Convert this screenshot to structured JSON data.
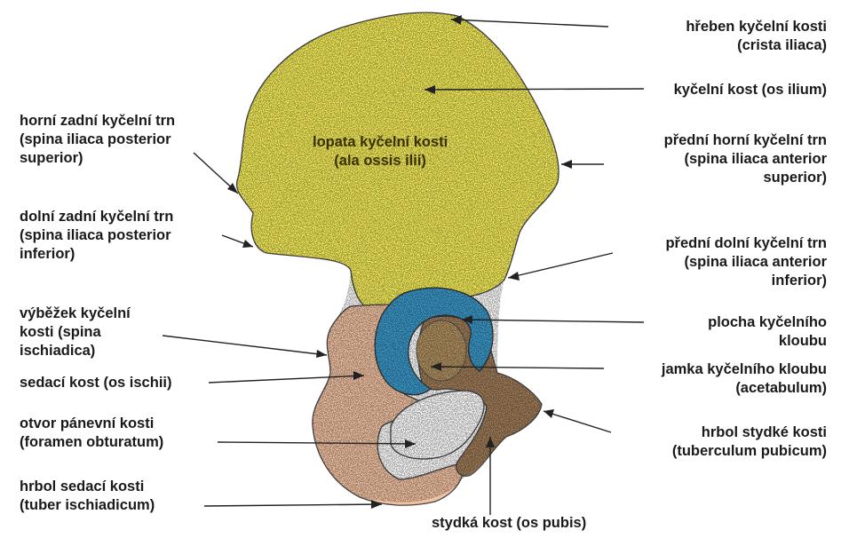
{
  "center_label": {
    "line1": "lopata kyčelní kosti",
    "line2": "(ala ossis ilii)"
  },
  "labels": {
    "crista": {
      "line1": "hřeben kyčelní kosti",
      "line2": "(crista iliaca)"
    },
    "ilium": {
      "line1": "kyčelní kost (os ilium)"
    },
    "sias": {
      "line1": "přední horní kyčelní trn",
      "line2": "(spina iliaca anterior",
      "line3": "superior)"
    },
    "sps": {
      "line1": "horní zadní kyčelní trn",
      "line2": "(spina iliaca posterior",
      "line3": "superior)"
    },
    "sip": {
      "line1": "dolní zadní kyčelní trn",
      "line2": "(spina iliaca posterior",
      "line3": "inferior)"
    },
    "siai": {
      "line1": "přední dolní kyčelní trn",
      "line2": "(spina iliaca anterior",
      "line3": "inferior)"
    },
    "spina_isch": {
      "line1": "výběžek kyčelní",
      "line2": "kosti (spina",
      "line3": "ischiadica)"
    },
    "plocha": {
      "line1": "plocha kyčelního",
      "line2": "kloubu"
    },
    "ischium": {
      "line1": "sedací kost (os ischii)"
    },
    "acetabulum": {
      "line1": "jamka kyčelního kloubu",
      "line2": "(acetabulum)"
    },
    "foramen": {
      "line1": "otvor pánevní kosti",
      "line2": "(foramen obturatum)"
    },
    "tuberc_pub": {
      "line1": "hrbol stydké kosti",
      "line2": "(tuberculum pubicum)"
    },
    "tuber_isch": {
      "line1": "hrbol sedací kosti",
      "line2": "(tuber ischiadicum)"
    },
    "pubis": {
      "line1": "stydká kost (os pubis)"
    }
  },
  "colors": {
    "ilium": "#f5ec5a",
    "ischium": "#f2c2a2",
    "pubis": "#a07c58",
    "acetabulum": "#3a98c9",
    "outline": "#333333"
  }
}
